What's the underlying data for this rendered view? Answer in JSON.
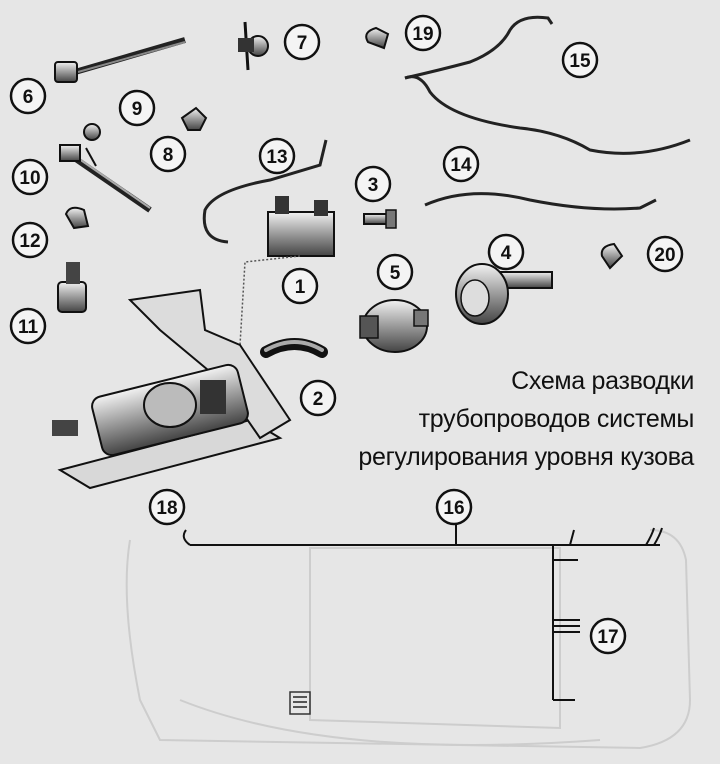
{
  "caption": {
    "line1": "Схема разводки",
    "line2": "трубопроводов системы",
    "line3": "регулирования уровня кузова"
  },
  "callouts": [
    {
      "id": "c1",
      "label": "1"
    },
    {
      "id": "c2",
      "label": "2"
    },
    {
      "id": "c3",
      "label": "3"
    },
    {
      "id": "c4",
      "label": "4"
    },
    {
      "id": "c5",
      "label": "5"
    },
    {
      "id": "c6",
      "label": "6"
    },
    {
      "id": "c7",
      "label": "7"
    },
    {
      "id": "c8",
      "label": "8"
    },
    {
      "id": "c9",
      "label": "9"
    },
    {
      "id": "c10",
      "label": "10"
    },
    {
      "id": "c11",
      "label": "11"
    },
    {
      "id": "c12",
      "label": "12"
    },
    {
      "id": "c13",
      "label": "13"
    },
    {
      "id": "c14",
      "label": "14"
    },
    {
      "id": "c15",
      "label": "15"
    },
    {
      "id": "c16",
      "label": "16"
    },
    {
      "id": "c17",
      "label": "17"
    },
    {
      "id": "c18",
      "label": "18"
    },
    {
      "id": "c19",
      "label": "19"
    },
    {
      "id": "c20",
      "label": "20"
    }
  ],
  "colors": {
    "background": "#e6e6e6",
    "ink": "#111111",
    "part_fill": "#b8b8b8",
    "faint": "#cfcfcf"
  }
}
